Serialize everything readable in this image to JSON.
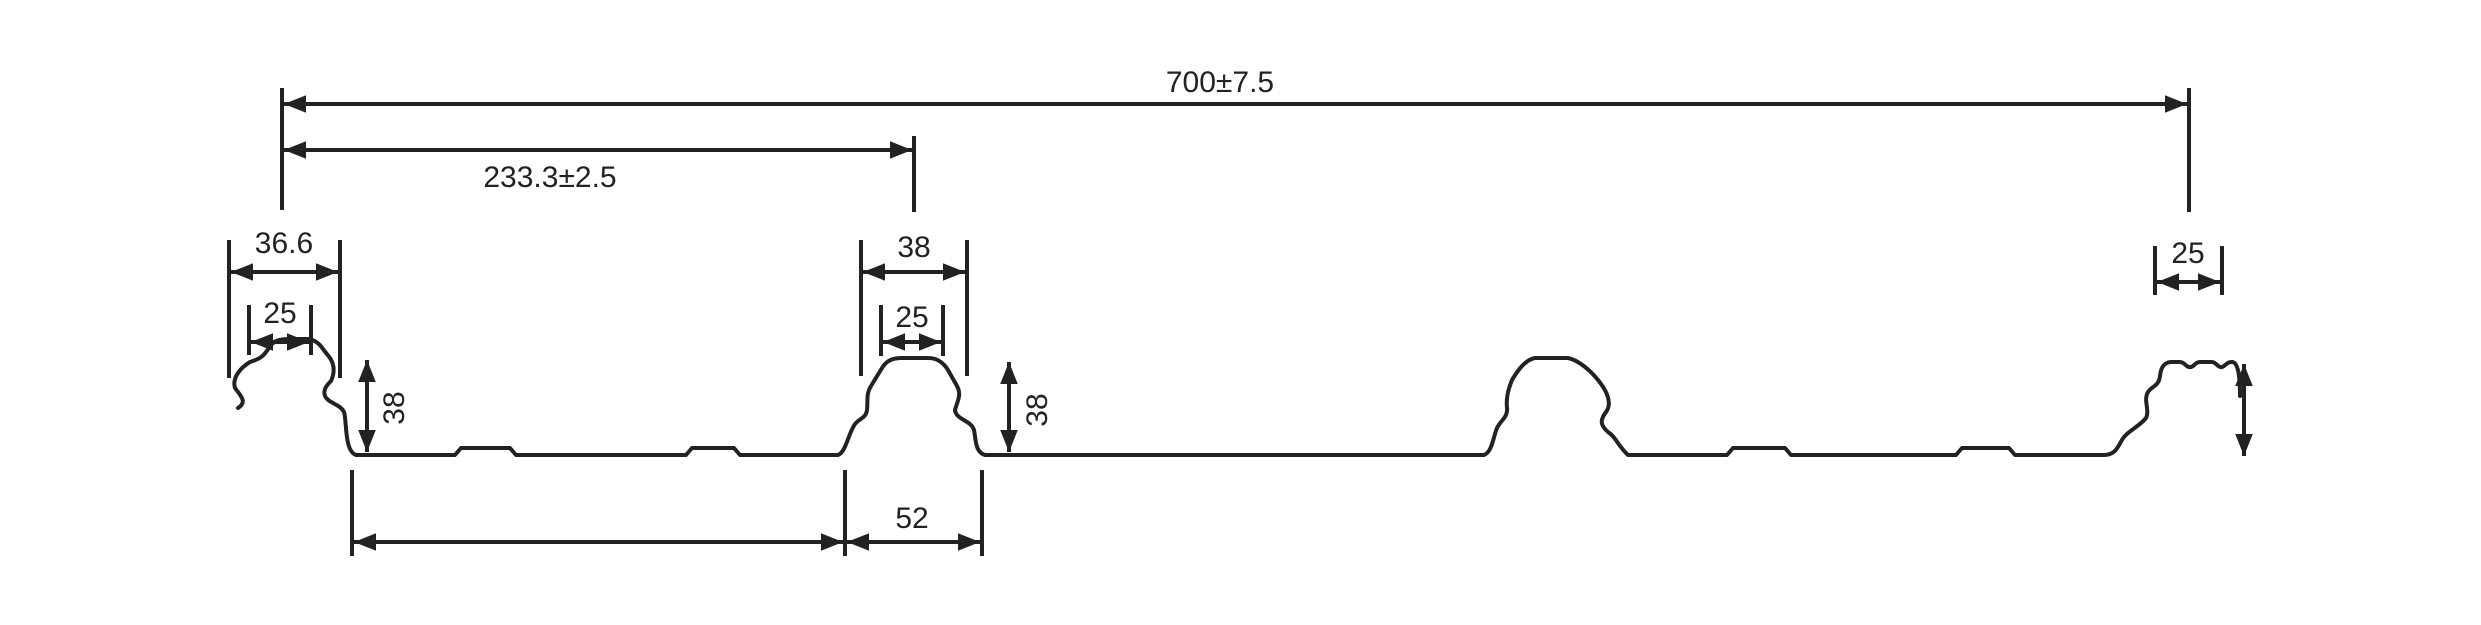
{
  "colors": {
    "line": "#222222",
    "background": "#ffffff"
  },
  "dimensions": {
    "total_width": "700±7.5",
    "pitch": "233.3±2.5",
    "left_rib_outer": "36.6",
    "left_rib_top": "25",
    "left_rib_height": "38",
    "center_rib_outer": "38",
    "center_rib_top": "25",
    "center_rib_height": "38",
    "center_rib_base": "52",
    "right_rib_top": "25"
  }
}
